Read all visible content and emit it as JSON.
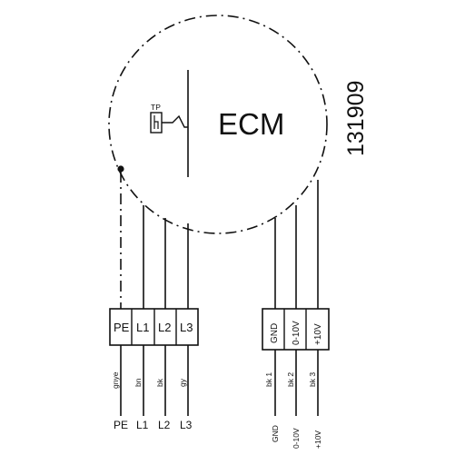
{
  "motor": {
    "label": "ECM",
    "drawing_number": "131909",
    "thermal_protector_label": "TP"
  },
  "power_terminals": [
    {
      "label": "PE",
      "wire": "gnye",
      "end": "PE"
    },
    {
      "label": "L1",
      "wire": "bn",
      "end": "L1"
    },
    {
      "label": "L2",
      "wire": "bk",
      "end": "L2"
    },
    {
      "label": "L3",
      "wire": "gy",
      "end": "L3"
    }
  ],
  "control_terminals": [
    {
      "label": "GND",
      "wire": "bk 1",
      "end": "GND"
    },
    {
      "label": "0-10V",
      "wire": "bk 2",
      "end": "0-10V"
    },
    {
      "label": "+10V",
      "wire": "bk 3",
      "end": "+10V"
    }
  ],
  "colors": {
    "line": "#111111",
    "background": "#ffffff"
  }
}
